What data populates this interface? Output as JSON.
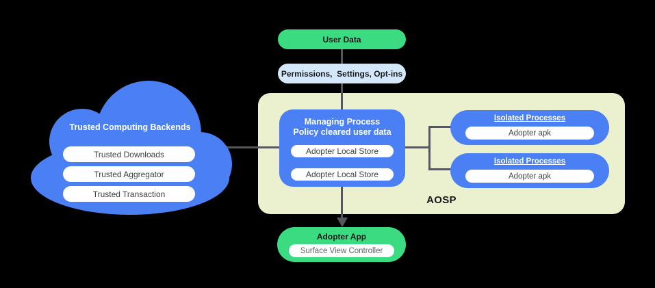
{
  "colors": {
    "background": "#000000",
    "green": "#3bdb82",
    "light_blue": "#d4e8fb",
    "blue": "#4b80f5",
    "aosp_bg": "#ebf1cf",
    "connector": "#55585b",
    "dark_text": "#17191b",
    "pill_text": "#3c4043",
    "muted_text": "#5f6368",
    "white": "#ffffff"
  },
  "nodes": {
    "user_data": {
      "label": "User Data"
    },
    "permissions": {
      "label": "Permissions,  Settings, Opt-ins"
    },
    "cloud": {
      "title": "Trusted Computing Backends",
      "items": [
        "Trusted Downloads",
        "Trusted Aggregator",
        "Trusted Transaction"
      ]
    },
    "aosp": {
      "label": "AOSP"
    },
    "managing": {
      "title_line1": "Managing Process",
      "title_line2": "Policy cleared user data",
      "stores": [
        "Adopter Local Store",
        "Adopter Local Store"
      ]
    },
    "isolated": [
      {
        "title": "Isolated Processes",
        "item": "Adopter apk"
      },
      {
        "title": "Isolated Processes",
        "item": "Adopter apk"
      }
    ],
    "adopter_app": {
      "title": "Adopter App",
      "item": "Surface View Controller"
    }
  }
}
